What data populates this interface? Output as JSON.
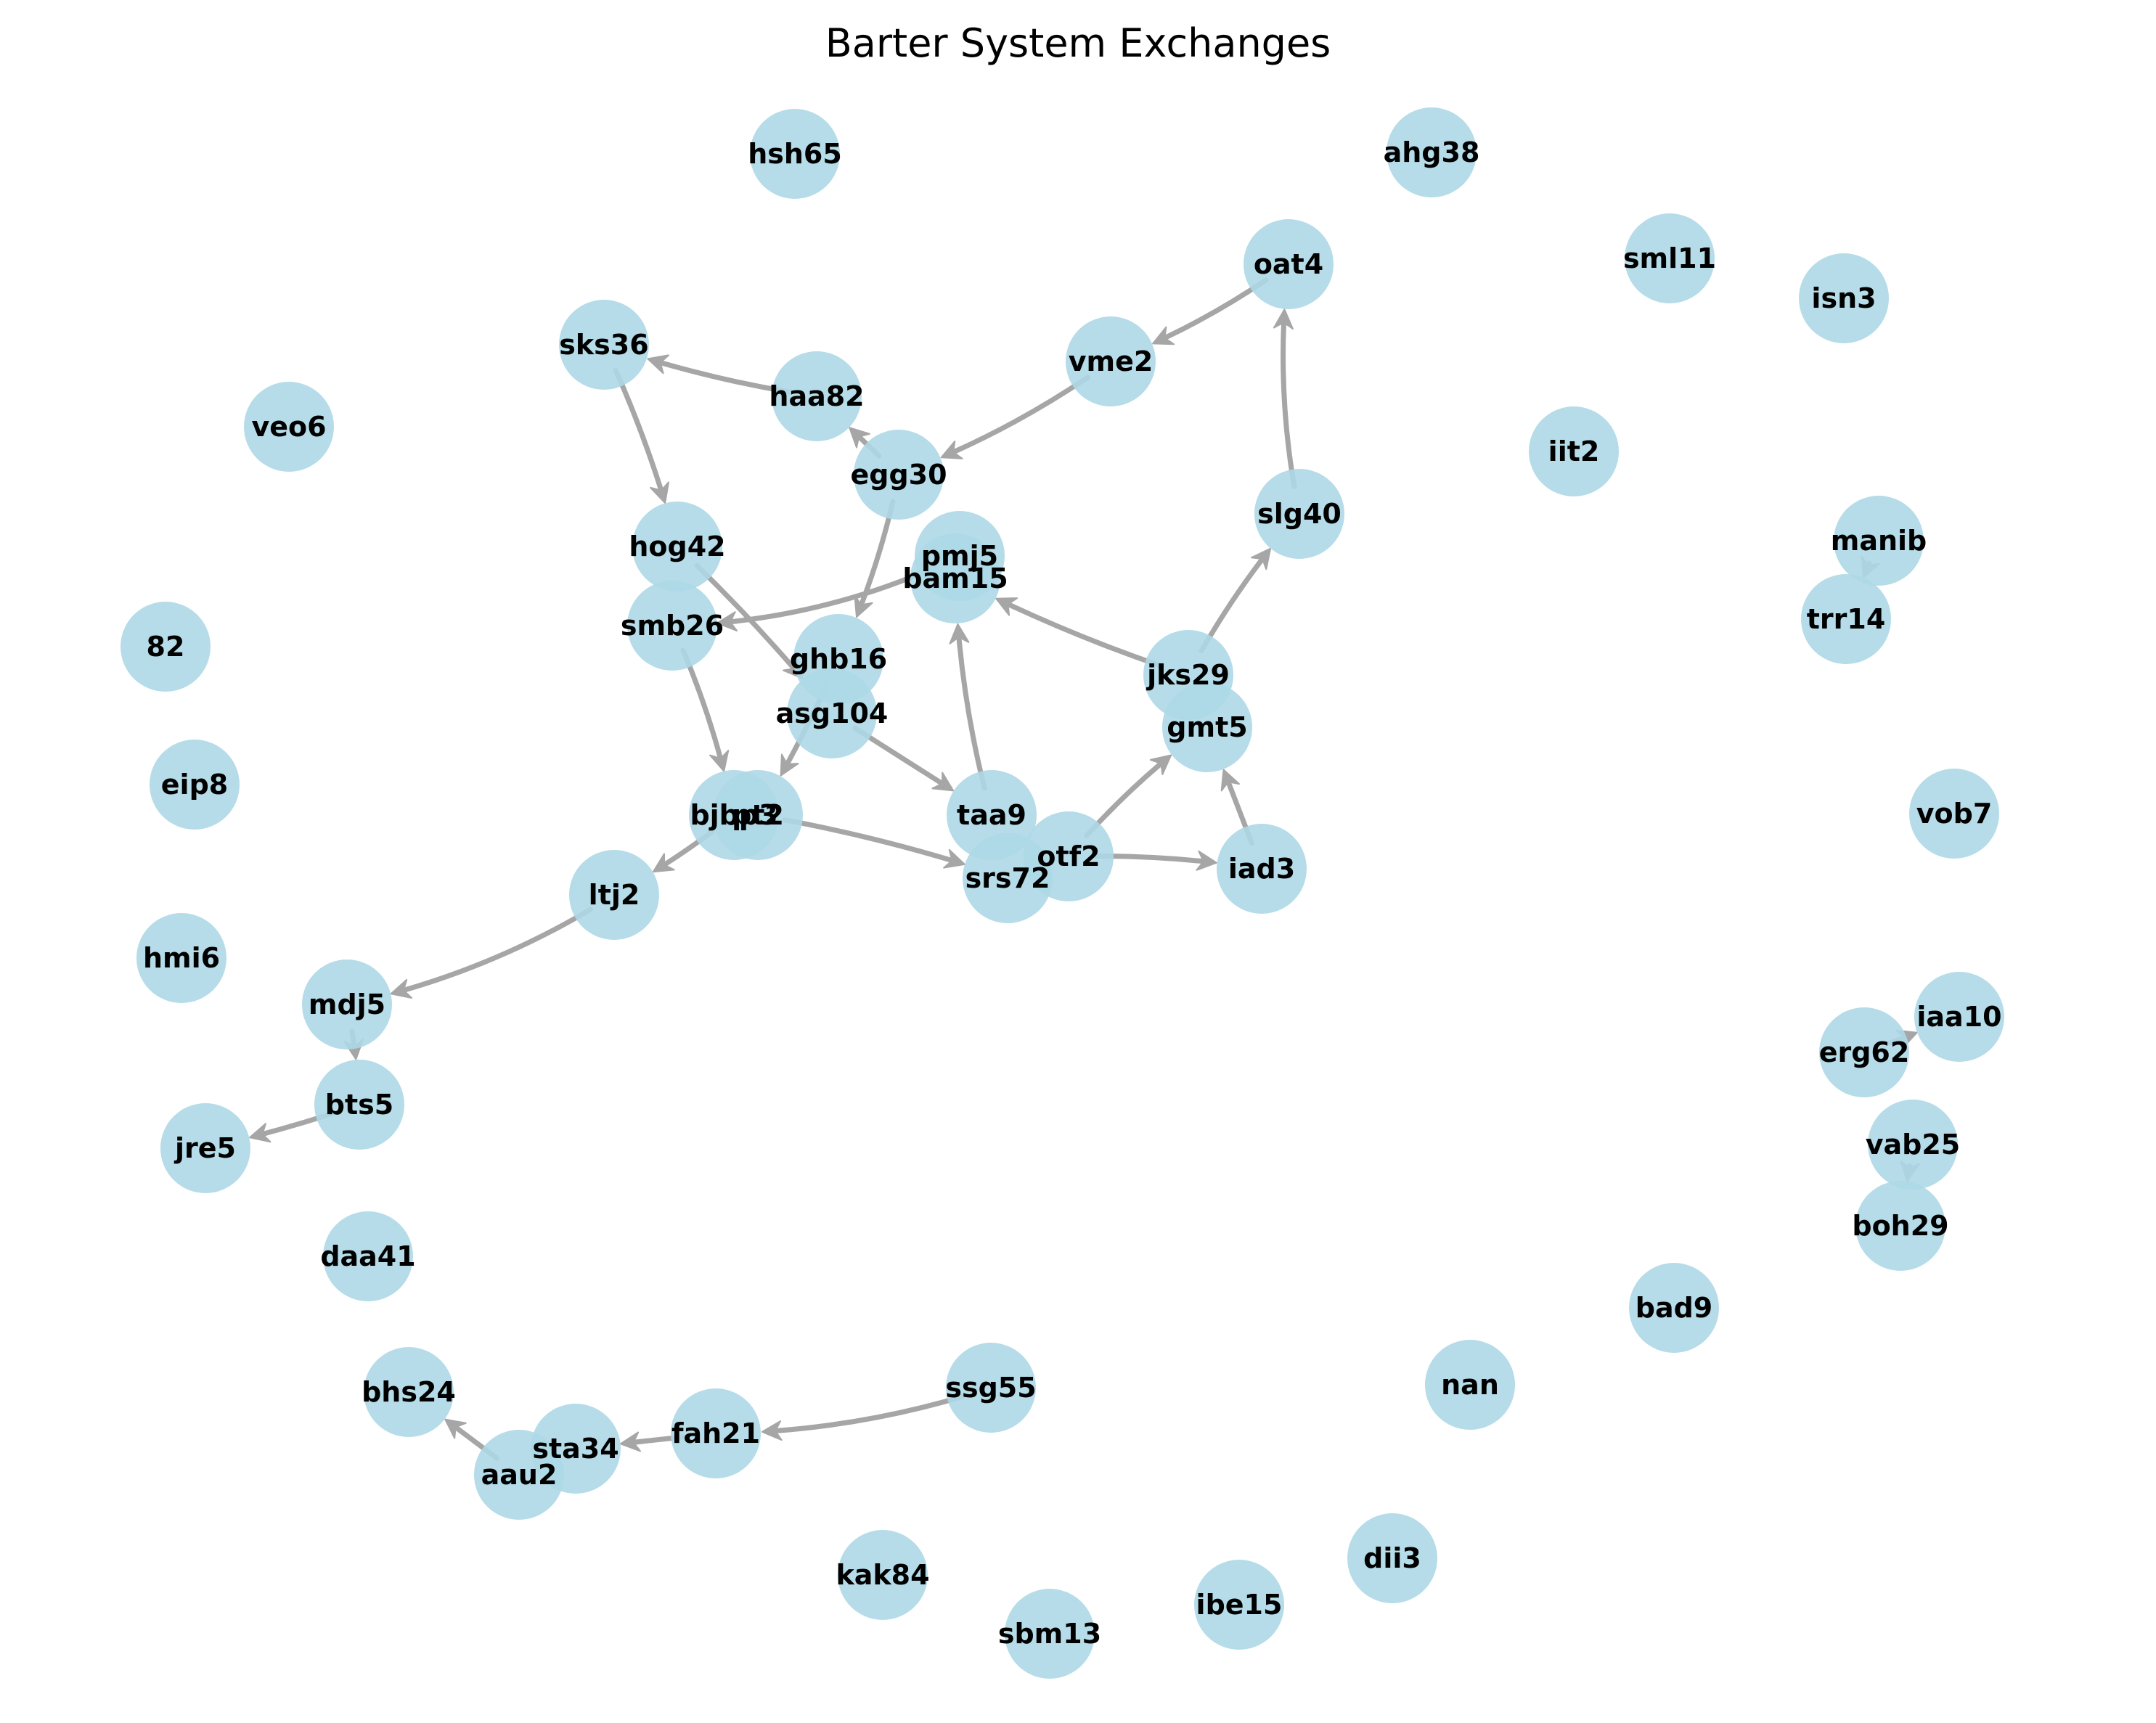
{
  "title": "Barter System Exchanges",
  "colors": {
    "node_fill": "#add8e6",
    "edge": "#a6a6a6",
    "label": "#000000"
  },
  "nodes": [
    {
      "id": "hsh65",
      "label": "hsh65"
    },
    {
      "id": "ahg38",
      "label": "ahg38"
    },
    {
      "id": "oat4",
      "label": "oat4"
    },
    {
      "id": "sml11",
      "label": "sml11"
    },
    {
      "id": "isn3",
      "label": "isn3"
    },
    {
      "id": "sks36",
      "label": "sks36"
    },
    {
      "id": "vme2",
      "label": "vme2"
    },
    {
      "id": "haa82",
      "label": "haa82"
    },
    {
      "id": "veo6",
      "label": "veo6"
    },
    {
      "id": "iit2",
      "label": "iit2"
    },
    {
      "id": "egg30",
      "label": "egg30"
    },
    {
      "id": "slg40",
      "label": "slg40"
    },
    {
      "id": "manib",
      "label": "manib"
    },
    {
      "id": "hog42",
      "label": "hog42"
    },
    {
      "id": "pmj5",
      "label": "pmj5"
    },
    {
      "id": "bam15",
      "label": "bam15"
    },
    {
      "id": "trr14",
      "label": "trr14"
    },
    {
      "id": "smb26",
      "label": "smb26"
    },
    {
      "id": "82",
      "label": "82"
    },
    {
      "id": "ghb16",
      "label": "ghb16"
    },
    {
      "id": "jks29",
      "label": "jks29"
    },
    {
      "id": "asg104",
      "label": "asg104"
    },
    {
      "id": "gmt5",
      "label": "gmt5"
    },
    {
      "id": "eip8",
      "label": "eip8"
    },
    {
      "id": "vob7",
      "label": "vob7"
    },
    {
      "id": "bjbp3",
      "label": "bjbp3"
    },
    {
      "id": "pt2",
      "label": "pt2"
    },
    {
      "id": "taa9",
      "label": "taa9"
    },
    {
      "id": "otf2",
      "label": "otf2"
    },
    {
      "id": "srs72",
      "label": "srs72"
    },
    {
      "id": "iad3",
      "label": "iad3"
    },
    {
      "id": "ltj2",
      "label": "ltj2"
    },
    {
      "id": "hmi6",
      "label": "hmi6"
    },
    {
      "id": "mdj5",
      "label": "mdj5"
    },
    {
      "id": "iaa10",
      "label": "iaa10"
    },
    {
      "id": "erg62",
      "label": "erg62"
    },
    {
      "id": "bts5",
      "label": "bts5"
    },
    {
      "id": "jre5",
      "label": "jre5"
    },
    {
      "id": "vab25",
      "label": "vab25"
    },
    {
      "id": "boh29",
      "label": "boh29"
    },
    {
      "id": "daa41",
      "label": "daa41"
    },
    {
      "id": "bad9",
      "label": "bad9"
    },
    {
      "id": "nan",
      "label": "nan"
    },
    {
      "id": "bhs24",
      "label": "bhs24"
    },
    {
      "id": "ssg55",
      "label": "ssg55"
    },
    {
      "id": "sta34",
      "label": "sta34"
    },
    {
      "id": "fah21",
      "label": "fah21"
    },
    {
      "id": "aau2",
      "label": "aau2"
    },
    {
      "id": "dii3",
      "label": "dii3"
    },
    {
      "id": "kak84",
      "label": "kak84"
    },
    {
      "id": "ibe15",
      "label": "ibe15"
    },
    {
      "id": "sbm13",
      "label": "sbm13"
    }
  ],
  "edges": [
    {
      "source": "oat4",
      "target": "vme2"
    },
    {
      "source": "vme2",
      "target": "egg30"
    },
    {
      "source": "egg30",
      "target": "haa82"
    },
    {
      "source": "haa82",
      "target": "sks36"
    },
    {
      "source": "sks36",
      "target": "hog42"
    },
    {
      "source": "hog42",
      "target": "asg104"
    },
    {
      "source": "egg30",
      "target": "ghb16"
    },
    {
      "source": "slg40",
      "target": "oat4"
    },
    {
      "source": "jks29",
      "target": "slg40"
    },
    {
      "source": "jks29",
      "target": "bam15"
    },
    {
      "source": "pmj5",
      "target": "smb26"
    },
    {
      "source": "smb26",
      "target": "bjbp3"
    },
    {
      "source": "ghb16",
      "target": "pt2"
    },
    {
      "source": "taa9",
      "target": "bam15"
    },
    {
      "source": "asg104",
      "target": "taa9"
    },
    {
      "source": "pt2",
      "target": "srs72"
    },
    {
      "source": "otf2",
      "target": "gmt5"
    },
    {
      "source": "otf2",
      "target": "iad3"
    },
    {
      "source": "iad3",
      "target": "gmt5"
    },
    {
      "source": "bjbp3",
      "target": "ltj2"
    },
    {
      "source": "ltj2",
      "target": "mdj5"
    },
    {
      "source": "mdj5",
      "target": "bts5"
    },
    {
      "source": "bts5",
      "target": "jre5"
    },
    {
      "source": "manib",
      "target": "trr14"
    },
    {
      "source": "erg62",
      "target": "iaa10"
    },
    {
      "source": "vab25",
      "target": "boh29"
    },
    {
      "source": "ssg55",
      "target": "fah21"
    },
    {
      "source": "fah21",
      "target": "sta34"
    },
    {
      "source": "aau2",
      "target": "bhs24"
    }
  ]
}
